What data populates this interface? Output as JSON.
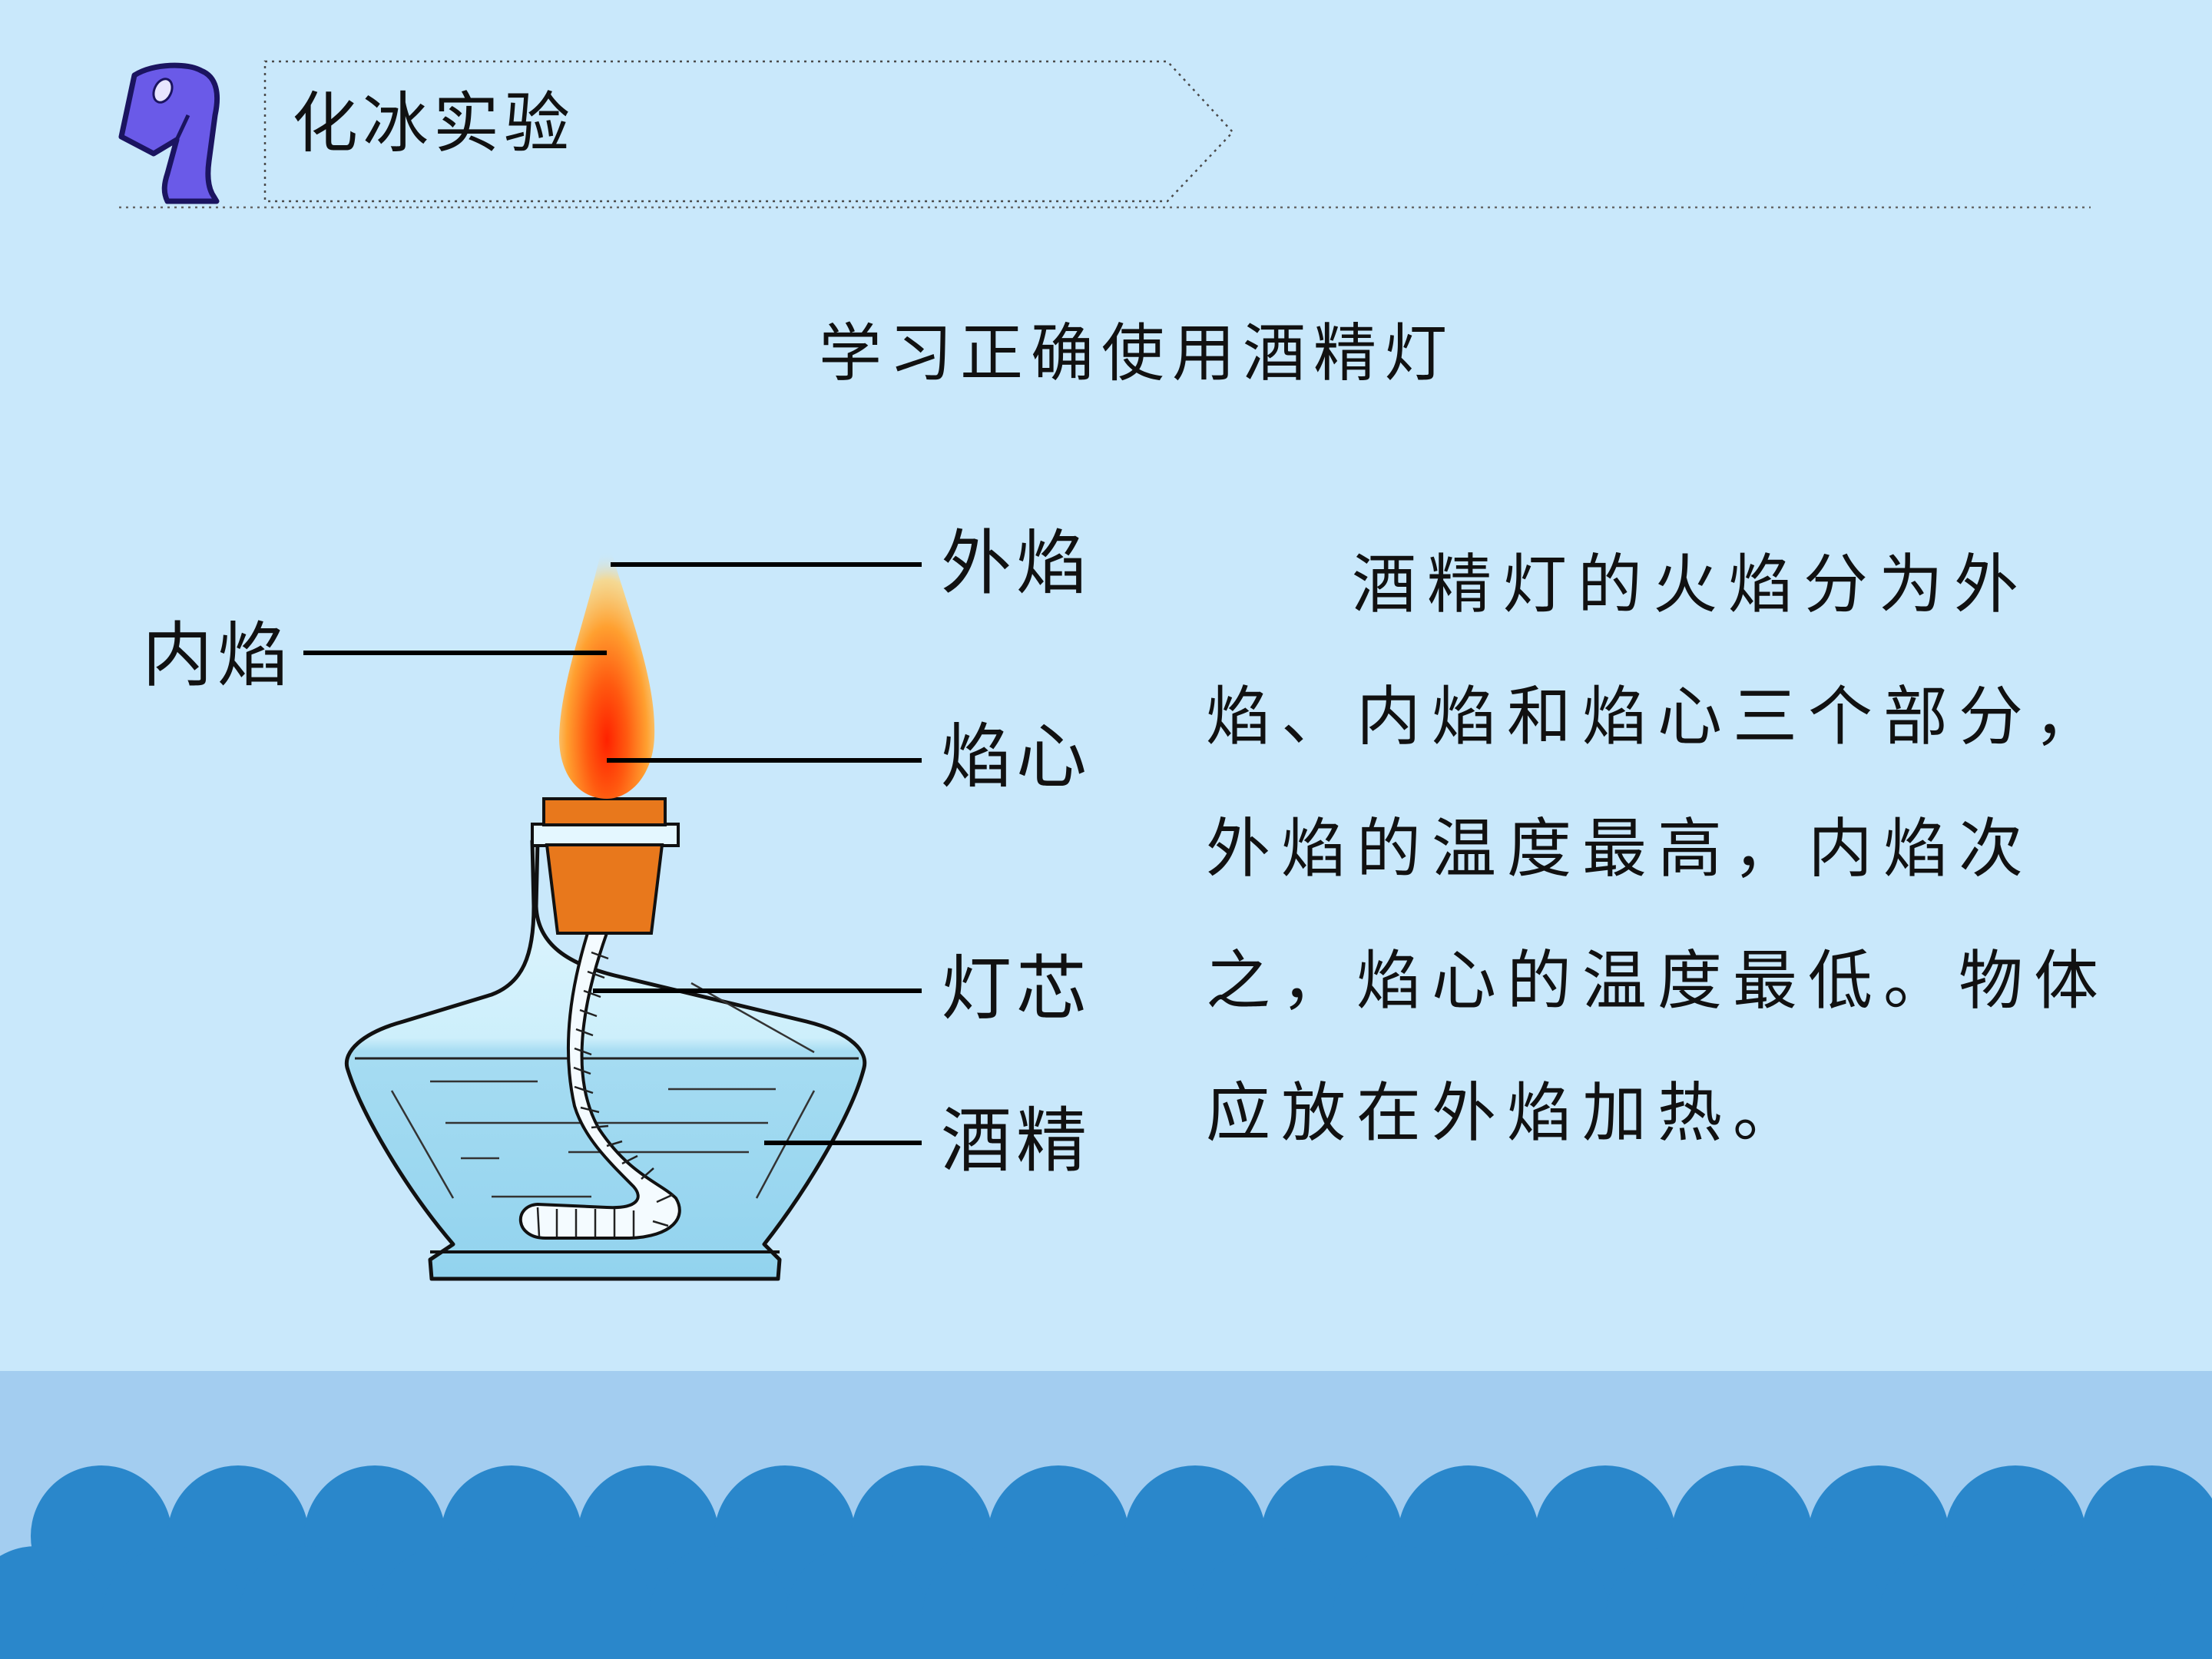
{
  "header": {
    "section_title": "化冰实验",
    "section_number_icon": "number-one-badge-icon"
  },
  "subtitle": "学习正确使用酒精灯",
  "diagram": {
    "labels": {
      "outer_flame": "外焰",
      "inner_flame": "内焰",
      "flame_core": "焰心",
      "wick": "灯芯",
      "alcohol": "酒精"
    }
  },
  "description": "酒精灯的火焰分为外焰、内焰和焰心三个部分，外焰的温度最高，内焰次之，焰心的温度最低。物体应放在外焰加热。",
  "colors": {
    "background": "#c9e8fb",
    "bottom_band": "#a3cdf0",
    "waves": "#2a87cb",
    "badge": "#6a5ae8",
    "lamp_glass": "#9fd8f2",
    "lamp_cap": "#e8781c"
  }
}
